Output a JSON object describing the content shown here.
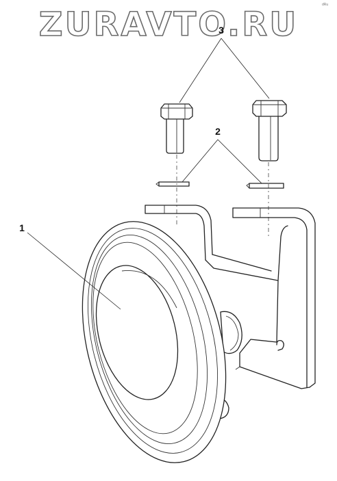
{
  "watermark": "ZURAVTO.RU",
  "corner_mark": "dRu",
  "callouts": {
    "horn": "1",
    "washers": "2",
    "bolts": "3"
  }
}
